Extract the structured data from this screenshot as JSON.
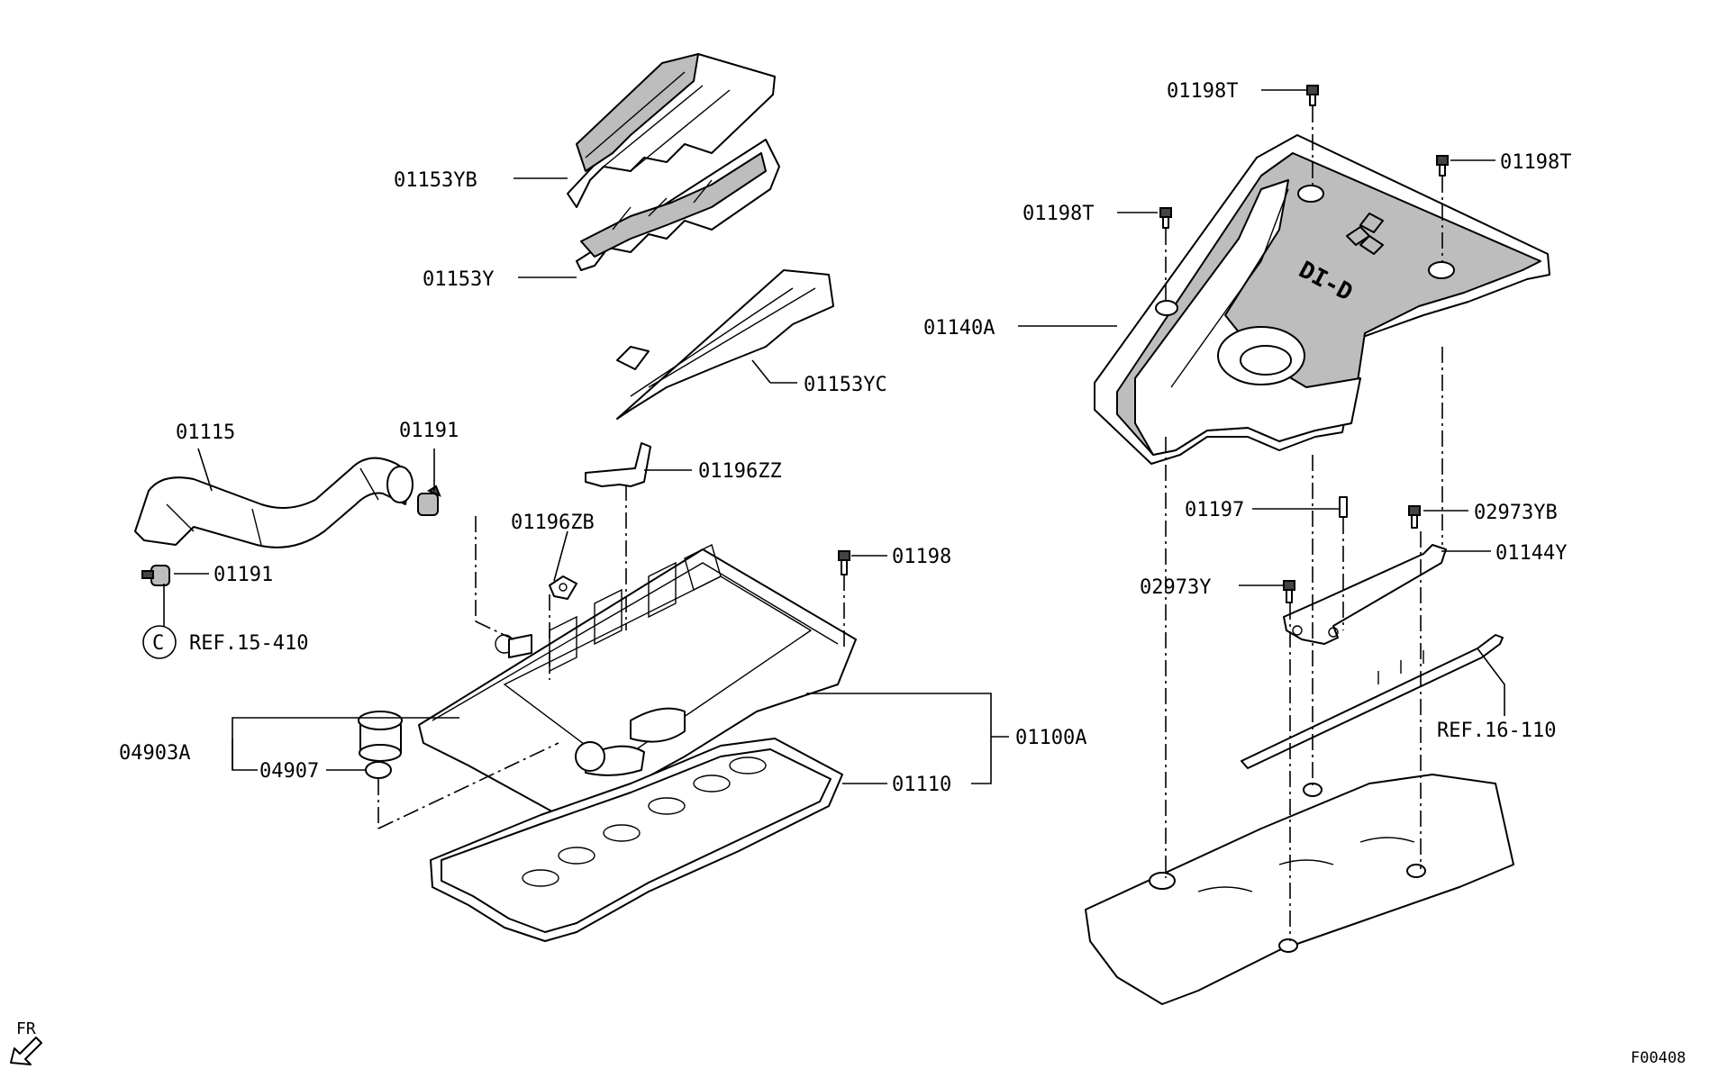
{
  "figure_id": "F00408",
  "front_marker": "FR",
  "callouts": {
    "c01153YB": "01153YB",
    "c01153Y": "01153Y",
    "c01153YC": "01153YC",
    "c01115": "01115",
    "c01191_top": "01191",
    "c01191_left": "01191",
    "c01196ZZ": "01196ZZ",
    "c01196ZB": "01196ZB",
    "c01198": "01198",
    "ref_15_410": "REF.15-410",
    "ref_circle_letter": "C",
    "c04903A": "04903A",
    "c04907": "04907",
    "c01100A": "01100A",
    "c01110": "01110",
    "c01198T_top": "01198T",
    "c01198T_right": "01198T",
    "c01198T_left": "01198T",
    "c01140A": "01140A",
    "c01197": "01197",
    "c02973YB": "02973YB",
    "c01144Y": "01144Y",
    "c02973Y": "02973Y",
    "ref_16_110": "REF.16-110"
  },
  "cover_logo_text": "DI-D",
  "colors": {
    "ink": "#000000",
    "background": "#ffffff",
    "shading": "#bdbdbd"
  }
}
